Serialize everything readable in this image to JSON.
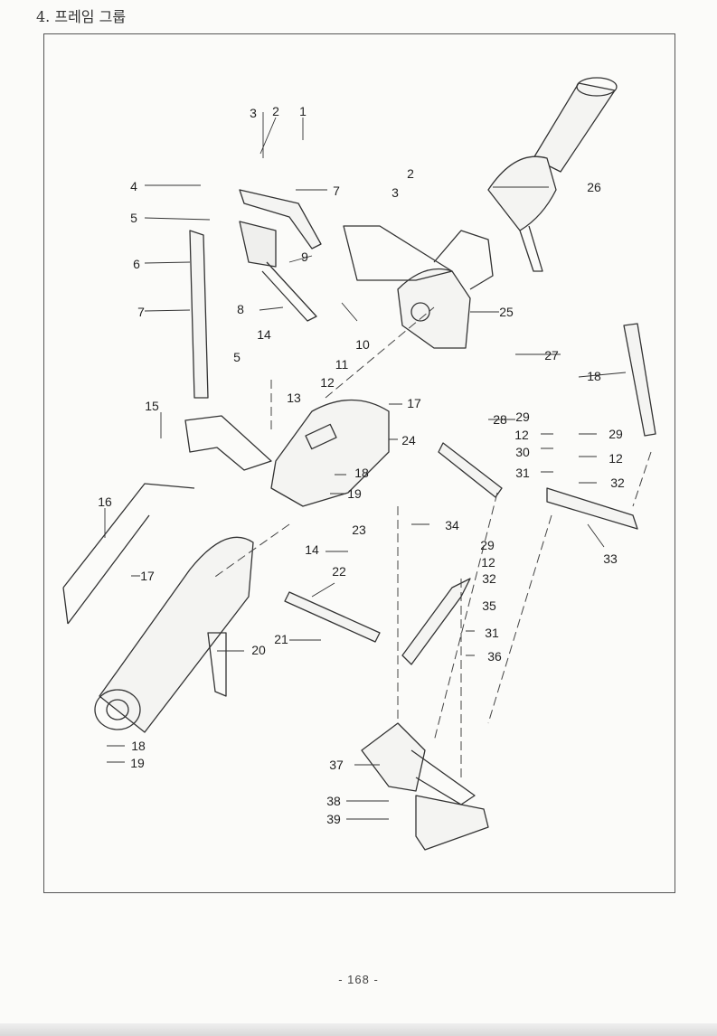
{
  "header": {
    "title": "4. 프레임 그룹"
  },
  "footer": {
    "page_number": "- 168 -"
  },
  "callouts": [
    "1",
    "2",
    "3",
    "4",
    "5",
    "6",
    "7",
    "8",
    "9",
    "10",
    "11",
    "12",
    "13",
    "14",
    "15",
    "16",
    "17",
    "18",
    "19",
    "20",
    "21",
    "22",
    "23",
    "24",
    "25",
    "26",
    "27",
    "28",
    "29",
    "30",
    "31",
    "32",
    "33",
    "34",
    "35",
    "36",
    "37",
    "38",
    "39"
  ]
}
